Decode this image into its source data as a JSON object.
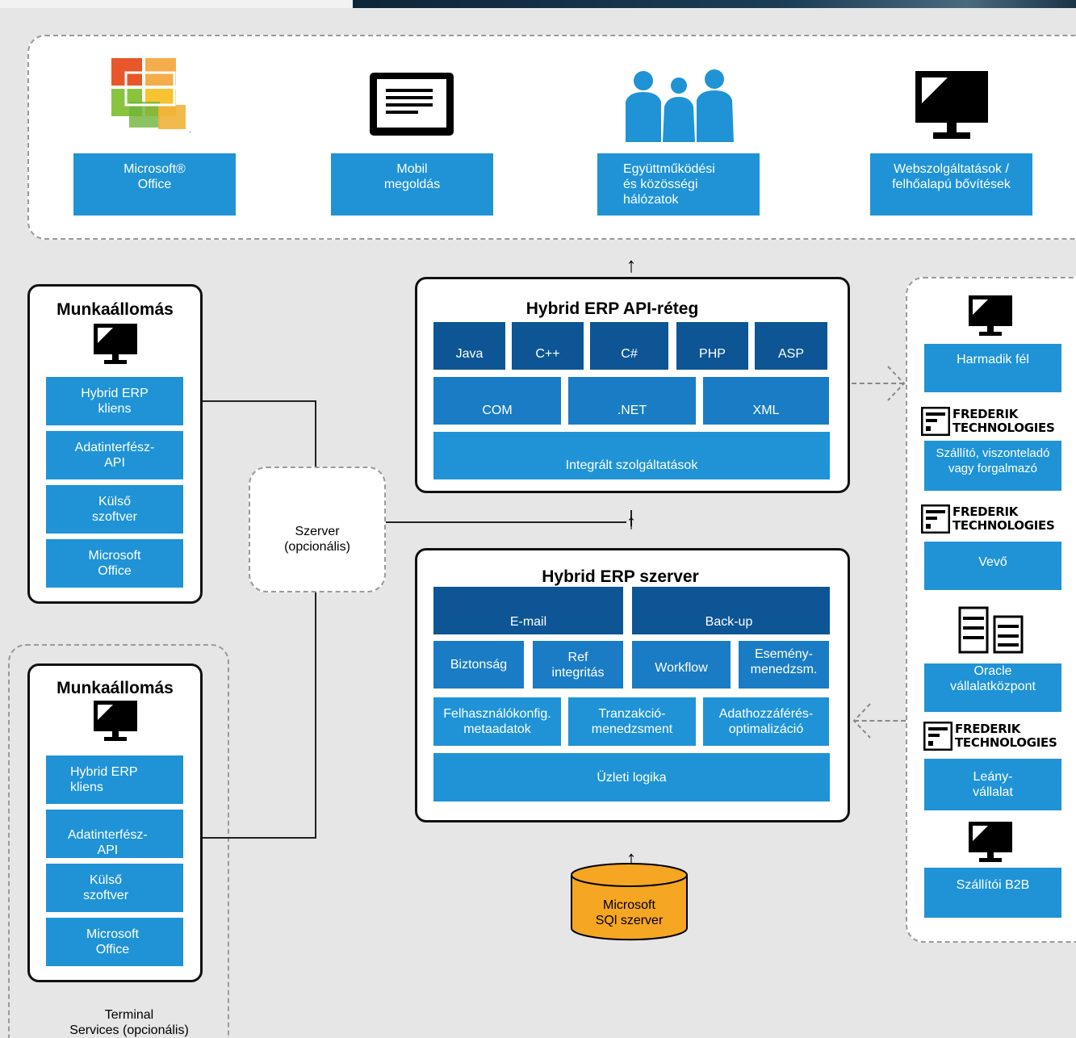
{
  "top_panel": {
    "items": [
      {
        "label": "Microsoft®\nOffice",
        "icon": "office-logo-icon"
      },
      {
        "label": "Mobil\nmegoldás",
        "icon": "tablet-icon"
      },
      {
        "label": "Együttműködési\nés közösségi\nhálózatok",
        "icon": "people-icon"
      },
      {
        "label": "Webszolgáltatások /\nfelhőalapú bővítések",
        "icon": "monitor-icon"
      }
    ]
  },
  "workstation1": {
    "title": "Munkaállomás",
    "items": [
      "Hybrid ERP\nkliens",
      "Adatinterfész-\nAPI",
      "Külső\nszoftver",
      "Microsoft\nOffice"
    ]
  },
  "workstation2": {
    "title": "Munkaállomás",
    "items": [
      "Hybrid ERP\nkliens",
      "Adatinterfész-\nAPI",
      "Külső\nszoftver",
      "Microsoft\nOffice"
    ],
    "group_label": "Terminal\nServices (opcionális)"
  },
  "server_optional": {
    "label": "Szerver\n(opcionális)"
  },
  "api_layer": {
    "title": "Hybrid ERP API-réteg",
    "languages": [
      "Java",
      "C++",
      "C#",
      "PHP",
      "ASP"
    ],
    "formats": [
      "COM",
      ".NET",
      "XML"
    ],
    "services": "Integrált szolgáltatások"
  },
  "erp_server": {
    "title": "Hybrid ERP szerver",
    "row1": [
      "E-mail",
      "Back-up"
    ],
    "row2": [
      "Biztonság",
      "Ref\nintegritás",
      "Workflow",
      "Esemény-\nmenedzsm."
    ],
    "row3": [
      "Felhasználókonfig.\nmetaadatok",
      "Tranzakció-\nmenedzsment",
      "Adathozzáférés-\noptimalizáció"
    ],
    "row4": "Üzleti logika"
  },
  "database": {
    "label": "Microsoft\nSQl szerver",
    "color": "#f5a623"
  },
  "right_panel": {
    "brand_text": "FREDERIK\nTECHNOLOGIES",
    "items": [
      {
        "label": "Harmadik fél"
      },
      {
        "label": "Szállító, viszonteladó\nvagy forgalmazó"
      },
      {
        "label": "Vevő"
      },
      {
        "label": "Oracle\nvállalatközpont"
      },
      {
        "label": "Leány-\nvállalat"
      },
      {
        "label": "Szállítói B2B"
      }
    ]
  },
  "colors": {
    "blue": "#1f93d6",
    "dark_blue": "#0d5594",
    "mid_blue": "#1a7cc4",
    "background": "#e6e6e6"
  }
}
